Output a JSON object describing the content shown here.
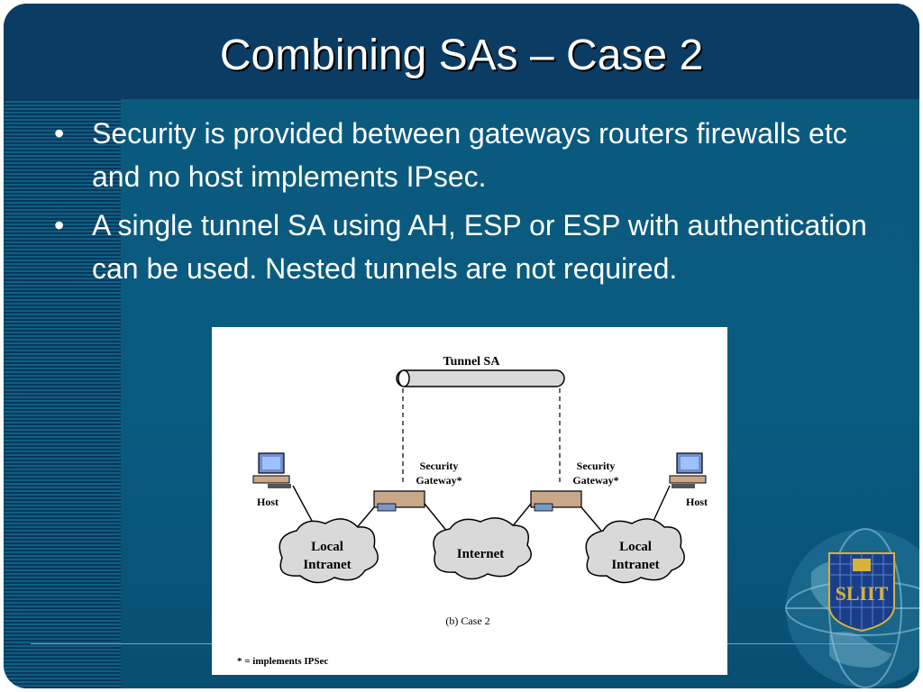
{
  "slide": {
    "title": "Combining SAs – Case 2",
    "bullets": [
      "Security is provided between gateways routers firewalls etc and no host implements IPsec.",
      "A single tunnel SA using AH, ESP or ESP with authentication can be used. Nested tunnels are not required."
    ]
  },
  "figure": {
    "tunnel_label": "Tunnel SA",
    "gateway_left": [
      "Security",
      "Gateway*"
    ],
    "gateway_right": [
      "Security",
      "Gateway*"
    ],
    "host_left": "Host",
    "host_right": "Host",
    "cloud_left": [
      "Local",
      "Intranet"
    ],
    "cloud_center": "Internet",
    "cloud_right": [
      "Local",
      "Intranet"
    ],
    "caption": "(b) Case 2",
    "footnote": "* = implements IPSec"
  },
  "logo": {
    "text": "SLIIT"
  },
  "colors": {
    "background": "#0a5a7e",
    "title_bar": "#0b3c64",
    "accent": "#d7b23a"
  }
}
